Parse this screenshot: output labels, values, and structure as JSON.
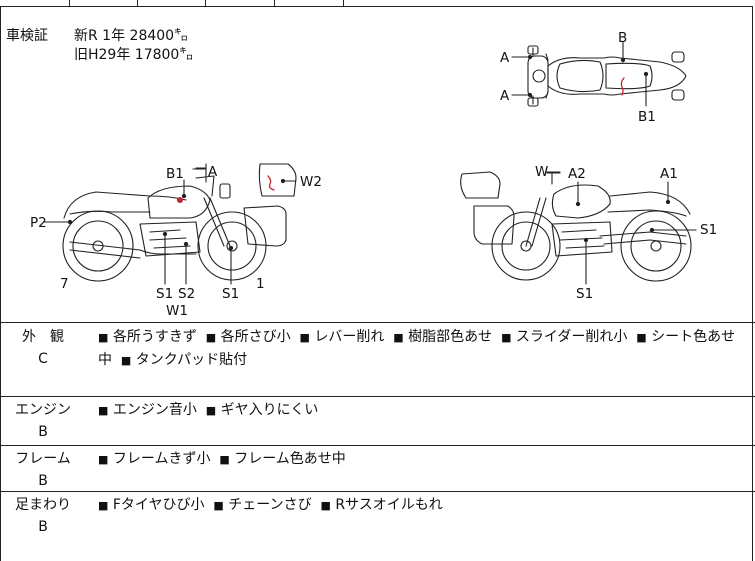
{
  "inspection": {
    "label": "車検証",
    "new_line": "新R 1年 28400㌔",
    "old_line": "旧H29年 17800㌔"
  },
  "diagram_labels": {
    "top_A1": "A",
    "top_A2": "A",
    "top_B": "B",
    "top_B1": "B1",
    "left_B1": "B1",
    "left_A": "A",
    "left_W2": "W2",
    "left_P2": "P2",
    "left_7": "7",
    "left_S1a": "S1",
    "left_S2": "S2",
    "left_W1": "W1",
    "left_S1b": "S1",
    "left_1": "1",
    "right_W": "W",
    "right_A2": "A2",
    "right_A1": "A1",
    "right_S1a": "S1",
    "right_S1b": "S1"
  },
  "sections": [
    {
      "name": "外　観",
      "grade": "C",
      "notes": [
        "各所うすきず",
        "各所さび小",
        "レバー削れ",
        "樹脂部色あせ",
        "スライダー削れ小",
        "シート色あせ中",
        "タンクパッド貼付"
      ]
    },
    {
      "name": "エンジン",
      "grade": "B",
      "notes": [
        "エンジン音小",
        "ギヤ入りにくい"
      ]
    },
    {
      "name": "フレーム",
      "grade": "B",
      "notes": [
        "フレームきず小",
        "フレーム色あせ中"
      ]
    },
    {
      "name": "足まわり",
      "grade": "B",
      "notes": [
        "Fタイヤひび小",
        "チェーンさび",
        "Rサスオイルもれ"
      ]
    }
  ],
  "bullet": "■"
}
